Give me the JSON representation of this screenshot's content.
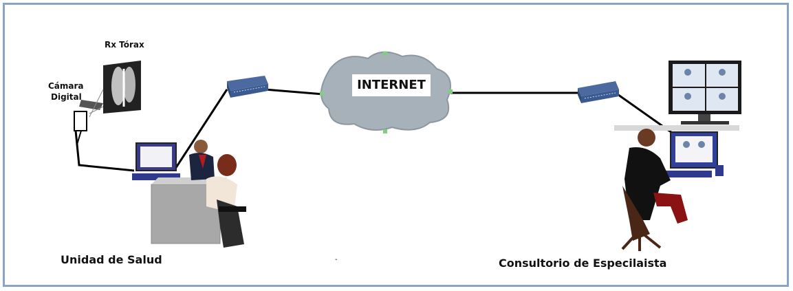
{
  "labels": {
    "rx_torax": "Rx  Tórax",
    "camara": "Cámara",
    "digital": "Digital",
    "internet": "INTERNET",
    "unidad_salud": "Unidad de Salud",
    "consultorio": "Consultorio de Especilaista",
    "dot": "-"
  }
}
